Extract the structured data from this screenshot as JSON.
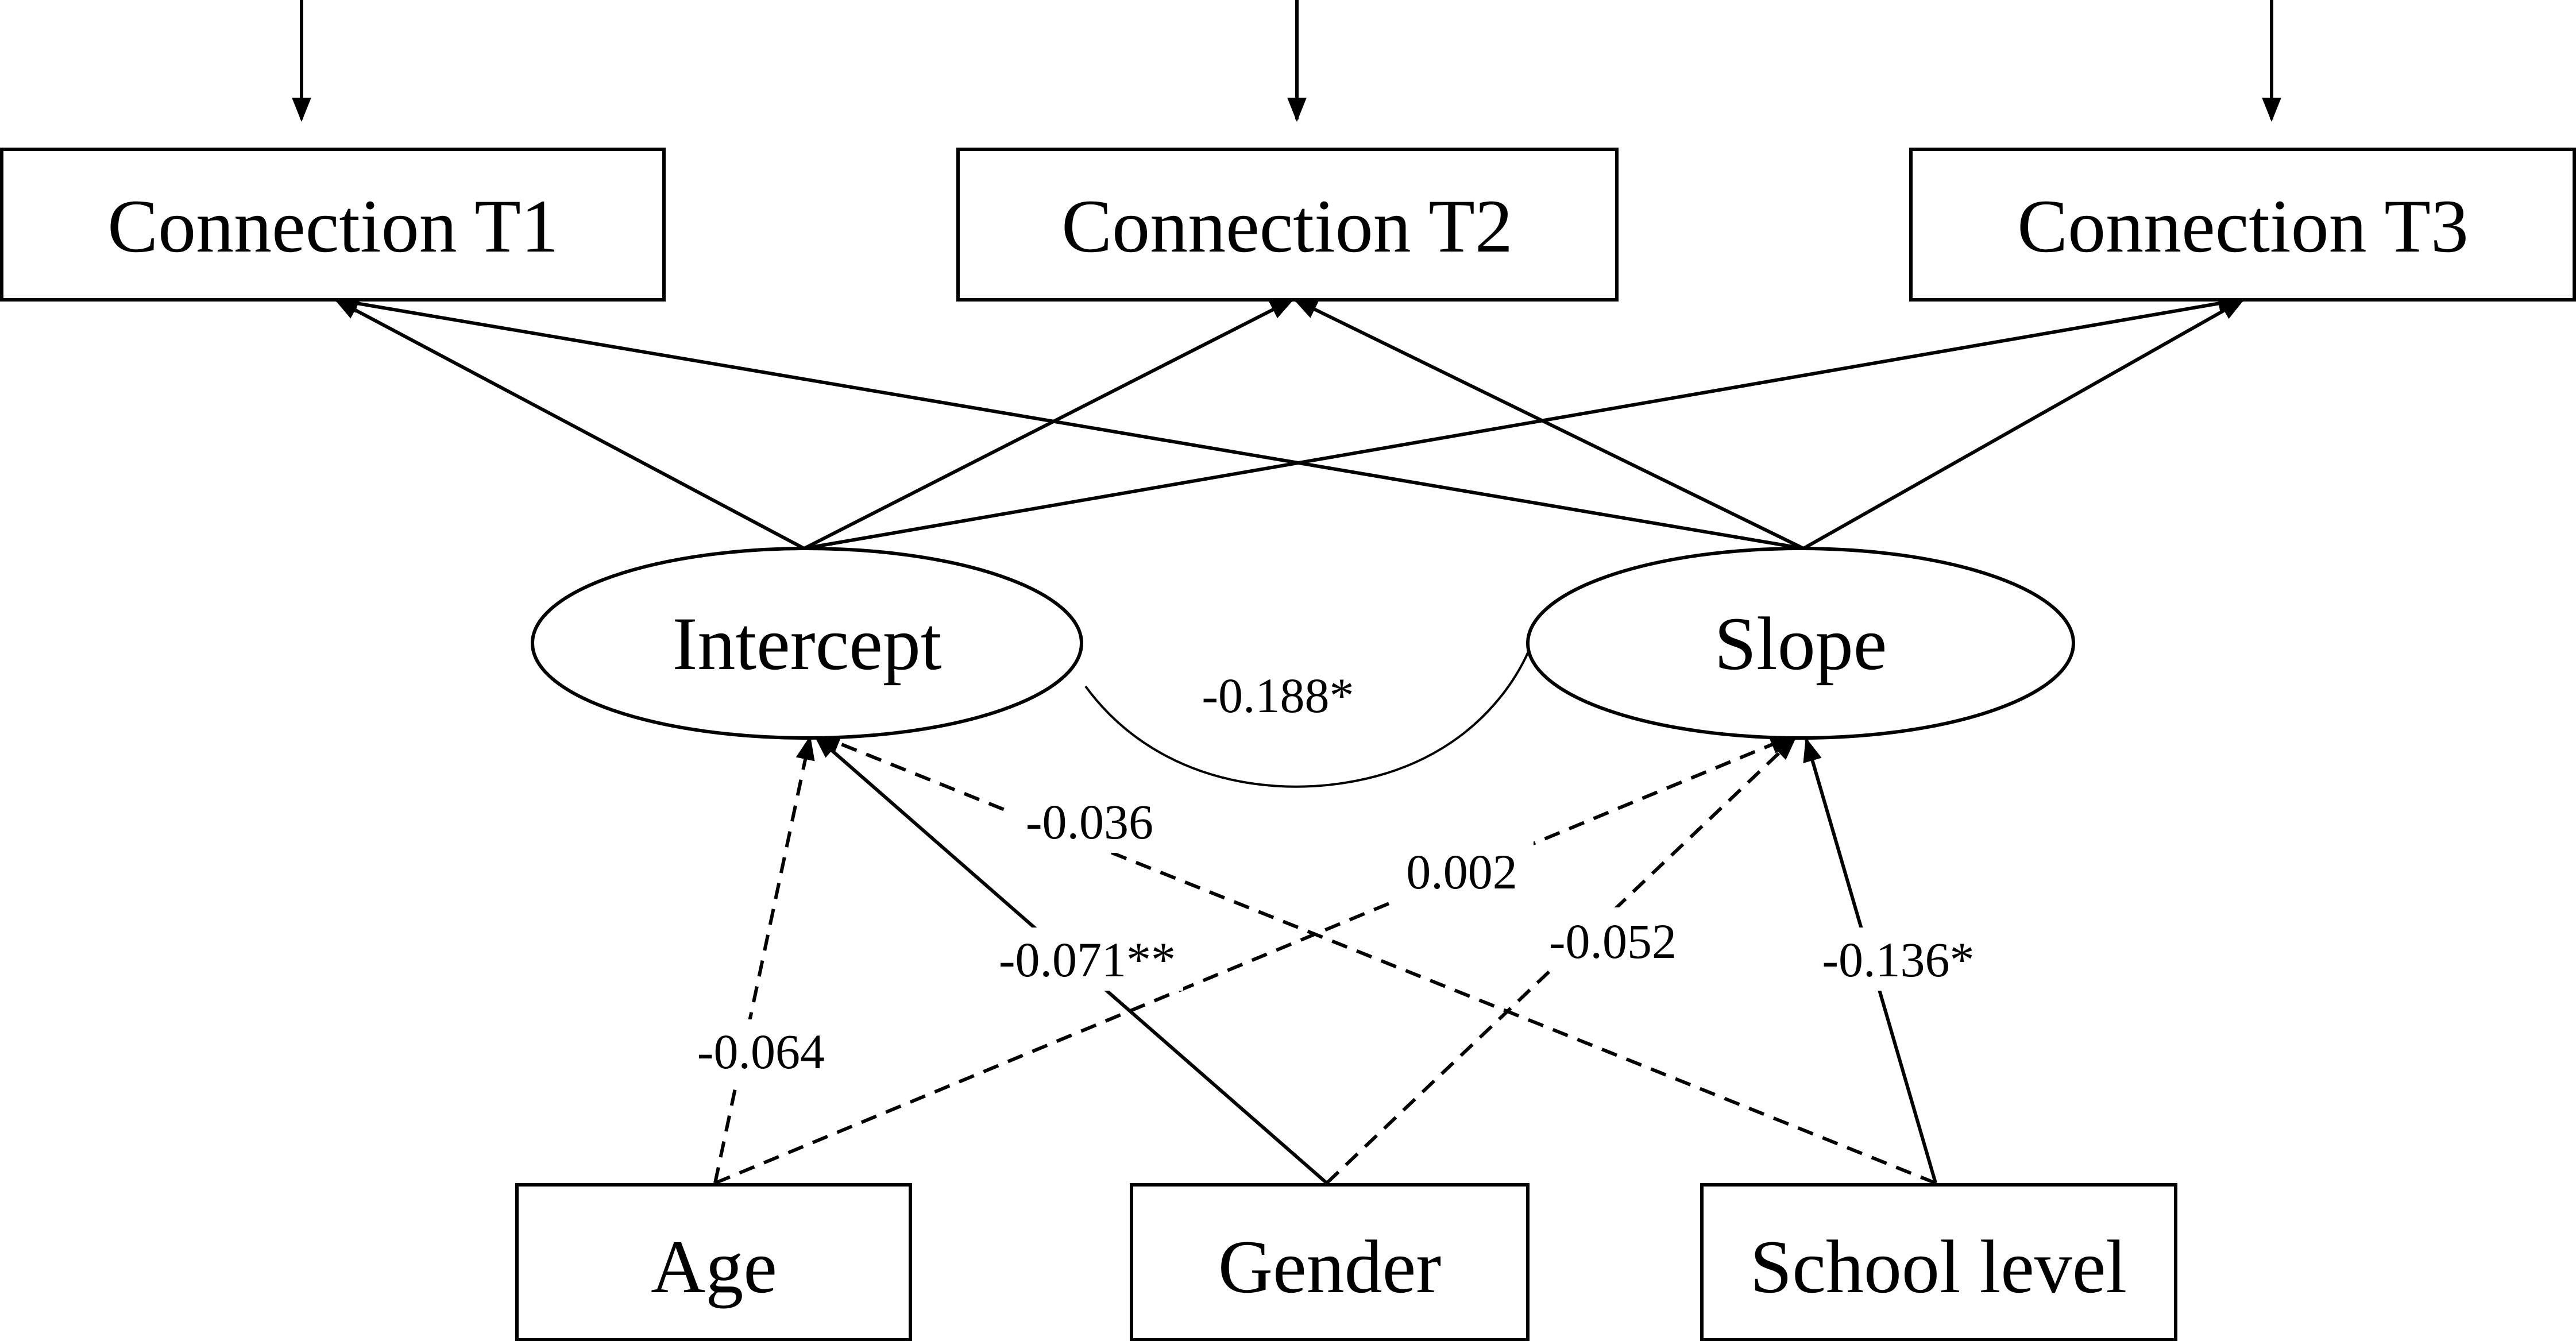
{
  "nodes": {
    "connection_t1": "Connection T1",
    "connection_t2": "Connection T2",
    "connection_t3": "Connection T3",
    "intercept": "Intercept",
    "slope": "Slope",
    "age": "Age",
    "gender": "Gender",
    "school_level": "School level"
  },
  "coefficients": {
    "intercept_slope": "-0.188*",
    "age_intercept": "-0.064",
    "gender_intercept": "-0.071**",
    "school_intercept": "-0.036",
    "age_slope": "0.002",
    "gender_slope": "-0.052",
    "school_slope": "-0.136*"
  }
}
